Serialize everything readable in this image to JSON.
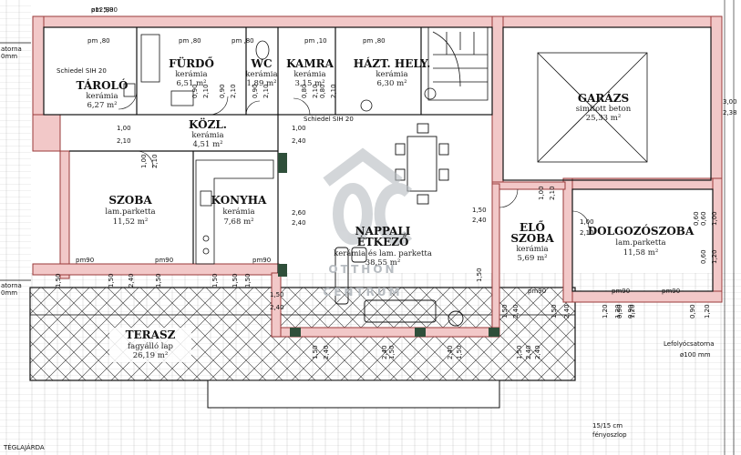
{
  "rooms": {
    "tarolo": {
      "name": "TÁROLÓ",
      "floor": "kerámia",
      "area": "6,27 m²"
    },
    "furdo": {
      "name": "FÜRDŐ",
      "floor": "kerámia",
      "area": "6,51 m²"
    },
    "wc": {
      "name": "WC",
      "floor": "kerámia",
      "area": "1,89 m²"
    },
    "kamra": {
      "name": "KAMRA",
      "floor": "kerámia",
      "area": "3,15 m²"
    },
    "haztartasi": {
      "name": "HÁZT. HELY.",
      "floor": "kerámia",
      "area": "6,30 m²"
    },
    "garazs": {
      "name": "GARÁZS",
      "floor": "simított beton",
      "area": "25,33 m²"
    },
    "kozl": {
      "name": "KÖZL.",
      "floor": "kerámia",
      "area": "4,51 m²"
    },
    "szoba": {
      "name": "SZOBA",
      "floor": "lam.parketta",
      "area": "11,52 m²"
    },
    "konyha": {
      "name": "KONYHA",
      "floor": "kerámia",
      "area": "7,68 m²"
    },
    "nappali": {
      "name": "NAPPALI",
      "name2": "ÉTKEZŐ",
      "floor": "kerámia és lam. parketta",
      "area": "38,55 m²"
    },
    "eloszoba": {
      "name": "ELŐ",
      "name2": "SZOBA",
      "floor": "kerámia",
      "area": "5,69 m²"
    },
    "dolgozo": {
      "name": "DOLGOZÓSZOBA",
      "floor": "lam.parketta",
      "area": "11,58 m²"
    },
    "terasz": {
      "name": "TERASZ",
      "floor": "fagyálló lap",
      "area": "26,19 m²"
    }
  },
  "annotations": {
    "schiedel1": "Schiedel SIH 20",
    "schiedel2": "Schiedel SIH 20",
    "pipe": "ø125/80",
    "downpipe_label": "Lefolyócsatorna",
    "downpipe_size": "ø100 mm",
    "pillar_size": "15/15 cm",
    "pillar_label": "fényoszlop",
    "sidewalk": "TÉGLAJÁRDA",
    "left_note1": "atorna",
    "left_note2": "0mm",
    "left_note3": "atorna",
    "left_note4": "0mm"
  },
  "watermark": {
    "line1": "OTTHON",
    "line2": "CENTRUM"
  },
  "dimensions": [
    {
      "t": "pm ,80"
    },
    {
      "t": "pm ,80"
    },
    {
      "t": "pm ,80"
    },
    {
      "t": "pm ,10"
    },
    {
      "t": "pm ,80"
    },
    {
      "t": "pm ,80"
    },
    {
      "t": "1,00"
    },
    {
      "t": "2,10"
    },
    {
      "t": "1,00"
    },
    {
      "t": "2,40"
    },
    {
      "t": "2,60"
    },
    {
      "t": "2,40"
    },
    {
      "t": "1,50"
    },
    {
      "t": "2,40"
    },
    {
      "t": "1,00"
    },
    {
      "t": "2,10"
    },
    {
      "t": "1,00"
    },
    {
      "t": "2,10"
    },
    {
      "t": "3,00"
    },
    {
      "t": "2,38"
    },
    {
      "t": "pm90"
    },
    {
      "t": "pm90"
    },
    {
      "t": "pm90"
    },
    {
      "t": "pm90"
    },
    {
      "t": "pm90"
    },
    {
      "t": "pm90"
    },
    {
      "t": "1,50"
    },
    {
      "t": "2,40"
    },
    {
      "t": "1,50"
    },
    {
      "t": "2,40"
    },
    {
      "t": "1,50"
    },
    {
      "t": "2,40"
    },
    {
      "t": "1,50"
    },
    {
      "t": "2,40"
    },
    {
      "t": "1,50"
    },
    {
      "t": "2,40"
    },
    {
      "t": "0,90"
    },
    {
      "t": "1,20"
    },
    {
      "t": "0,90"
    },
    {
      "t": "1,20"
    },
    {
      "t": "0,60"
    },
    {
      "t": "1,00"
    },
    {
      "t": "0,60"
    },
    {
      "t": "1,20"
    },
    {
      "t": "0,90"
    },
    {
      "t": "2,10"
    },
    {
      "t": "0,90"
    },
    {
      "t": "2,10"
    },
    {
      "t": "0,90"
    },
    {
      "t": "2,10"
    },
    {
      "t": "0,80"
    },
    {
      "t": "2,10"
    },
    {
      "t": "0,80"
    },
    {
      "t": "2,10"
    },
    {
      "t": "1,00"
    },
    {
      "t": "2,10"
    },
    {
      "t": "1,20"
    },
    {
      "t": "0,90"
    },
    {
      "t": "1,20"
    },
    {
      "t": "0,60"
    },
    {
      "t": "1,50"
    },
    {
      "t": "1,50"
    },
    {
      "t": "1,50"
    },
    {
      "t": "1,50"
    },
    {
      "t": "1,50"
    },
    {
      "t": "1,50"
    },
    {
      "t": "2,40"
    },
    {
      "t": "1,50"
    },
    {
      "t": "2,40"
    },
    {
      "t": "1,50"
    },
    {
      "t": "2,40"
    },
    {
      "t": "1,50"
    },
    {
      "t": "2,40"
    }
  ],
  "colors": {
    "wall": "#f2c8c8",
    "wall_stroke": "#9a3a3a",
    "line": "#111111",
    "watermark": "#b7bcc1"
  }
}
